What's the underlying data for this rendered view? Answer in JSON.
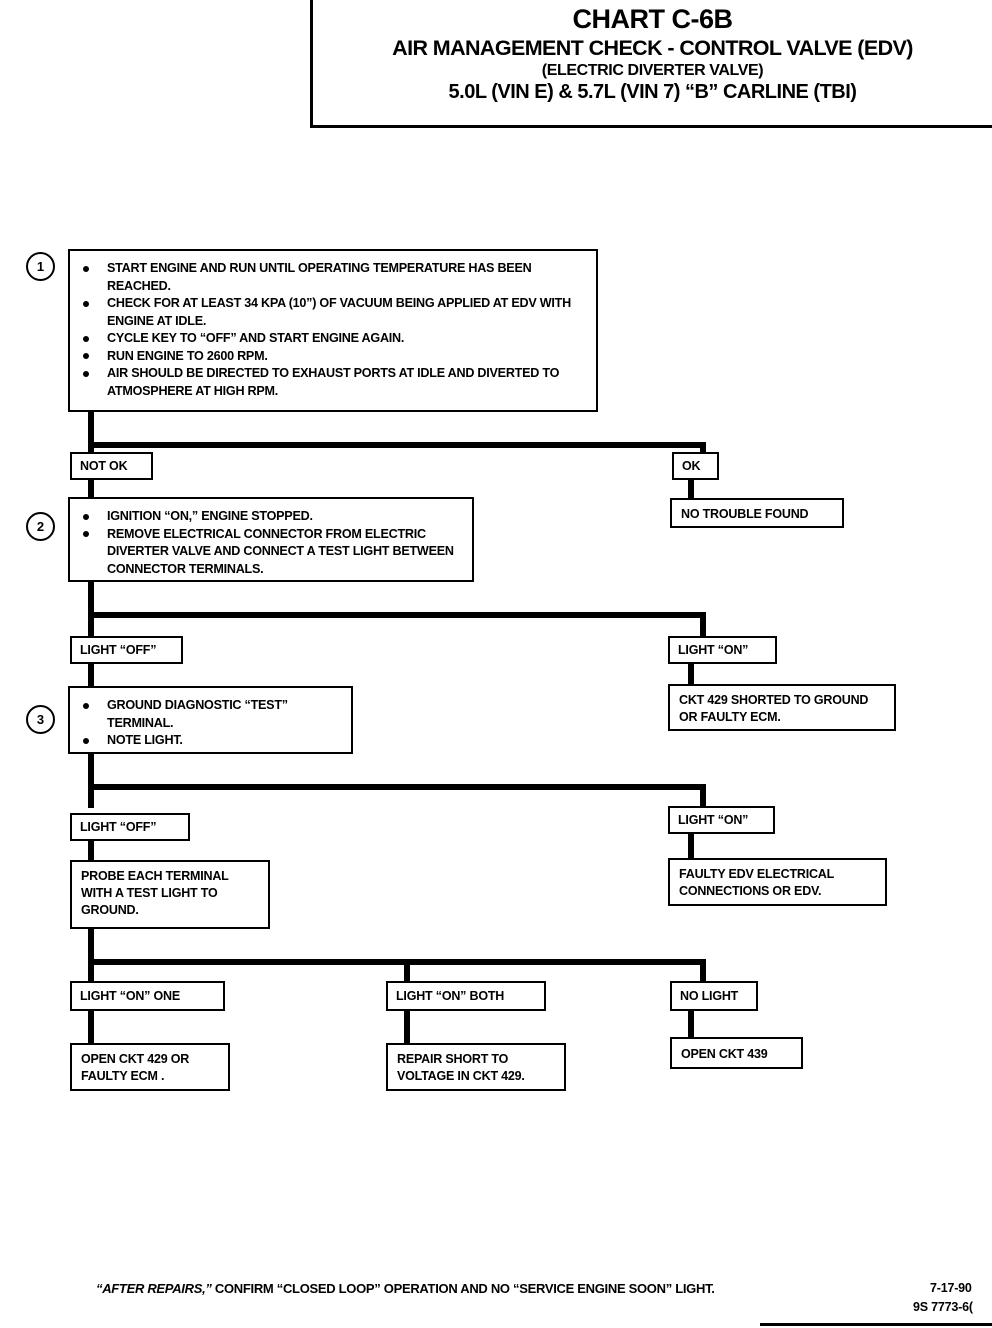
{
  "title": {
    "chart": "CHART C-6B",
    "main": "AIR MANAGEMENT CHECK - CONTROL VALVE (EDV)",
    "sub": "(ELECTRIC DIVERTER VALVE)",
    "engine": "5.0L  (VIN E)  &  5.7L  (VIN 7)  “B”  CARLINE  (TBI)"
  },
  "steps": {
    "one": "1",
    "two": "2",
    "three": "3"
  },
  "step1": {
    "bullets": [
      "START ENGINE AND RUN UNTIL OPERATING TEMPERATURE HAS BEEN REACHED.",
      "CHECK FOR AT LEAST 34 KPA (10”) OF VACUUM BEING APPLIED AT EDV WITH ENGINE AT IDLE.",
      "CYCLE KEY TO “OFF” AND START ENGINE AGAIN.",
      "RUN ENGINE TO 2600 RPM.",
      "AIR SHOULD BE DIRECTED TO EXHAUST PORTS AT IDLE AND DIVERTED TO ATMOSPHERE AT HIGH RPM."
    ]
  },
  "step2": {
    "bullets": [
      "IGNITION “ON,” ENGINE STOPPED.",
      "REMOVE ELECTRICAL CONNECTOR FROM ELECTRIC DIVERTER  VALVE AND CONNECT A TEST LIGHT BETWEEN CONNECTOR TERMINALS."
    ]
  },
  "step3": {
    "bullets": [
      "GROUND DIAGNOSTIC  “TEST” TERMINAL.",
      "NOTE LIGHT."
    ]
  },
  "branch1": {
    "not_ok": "NOT OK",
    "ok": "OK",
    "no_trouble_found": "NO TROUBLE FOUND"
  },
  "branch2": {
    "light_off": "LIGHT “OFF”",
    "light_on": "LIGHT “ON”",
    "ckt_429_shorted": "CKT 429 SHORTED TO GROUND OR FAULTY ECM."
  },
  "branch3": {
    "light_off": "LIGHT “OFF”",
    "light_on": "LIGHT “ON”",
    "faulty_edv": "FAULTY EDV ELECTRICAL CONNECTIONS OR EDV.",
    "probe_each_terminal": "PROBE EACH TERMINAL WITH A TEST LIGHT TO GROUND."
  },
  "branch4": {
    "light_on_one": "LIGHT  “ON” ONE",
    "light_on_both": "LIGHT  “ON” BOTH",
    "no_light": "NO LIGHT",
    "open_ckt_429": "OPEN CKT 429 OR FAULTY ECM .",
    "repair_short": "REPAIR SHORT TO VOLTAGE IN CKT 429.",
    "open_ckt_439": "OPEN CKT 439"
  },
  "footer": {
    "note_italic": "“AFTER REPAIRS,”",
    "note_rest": " CONFIRM “CLOSED LOOP” OPERATION AND NO “SERVICE ENGINE SOON” LIGHT.",
    "date": "7-17-90",
    "code": "9S 7773-6("
  }
}
